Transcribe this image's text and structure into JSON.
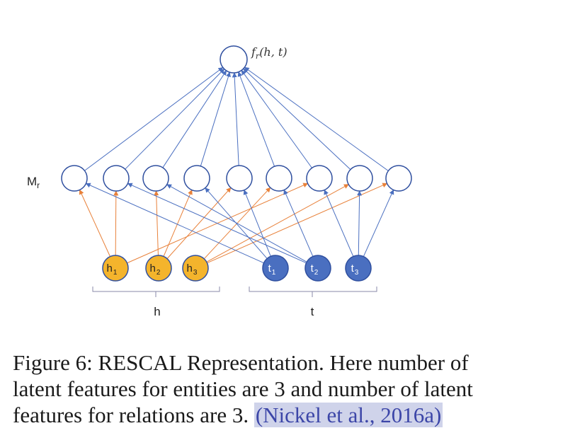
{
  "diagram": {
    "output_label": "f",
    "output_sub": "r",
    "output_args": "(h, t)",
    "mr_label": "M",
    "mr_sub": "r",
    "h_nodes": [
      {
        "base": "h",
        "sub": "1"
      },
      {
        "base": "h",
        "sub": "2"
      },
      {
        "base": "h",
        "sub": "3"
      }
    ],
    "t_nodes": [
      {
        "base": "t",
        "sub": "1"
      },
      {
        "base": "t",
        "sub": "2"
      },
      {
        "base": "t",
        "sub": "3"
      }
    ],
    "h_group_label": "h",
    "t_group_label": "t",
    "colors": {
      "h_fill": "#f4b42c",
      "t_fill": "#4a6fc0",
      "orange_edge": "#e8813a",
      "blue_edge": "#4a6fc0",
      "hidden_stroke": "#2f4f9f"
    }
  },
  "caption": {
    "text": "Figure 6: RESCAL Representation. Here number of latent features for entities are 3 and number of latent features for relations are 3.",
    "citation": "(Nickel et al., 2016a)"
  }
}
